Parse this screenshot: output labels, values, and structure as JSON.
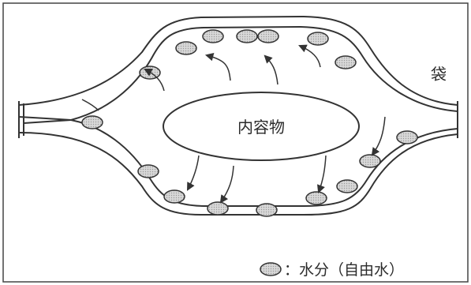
{
  "diagram": {
    "bag_label": "袋",
    "contents_label": "内容物",
    "legend_label": "：水分（自由水）"
  },
  "colors": {
    "line": "#333333",
    "droplet_fill": "#cfcfcf",
    "background": "#ffffff"
  }
}
